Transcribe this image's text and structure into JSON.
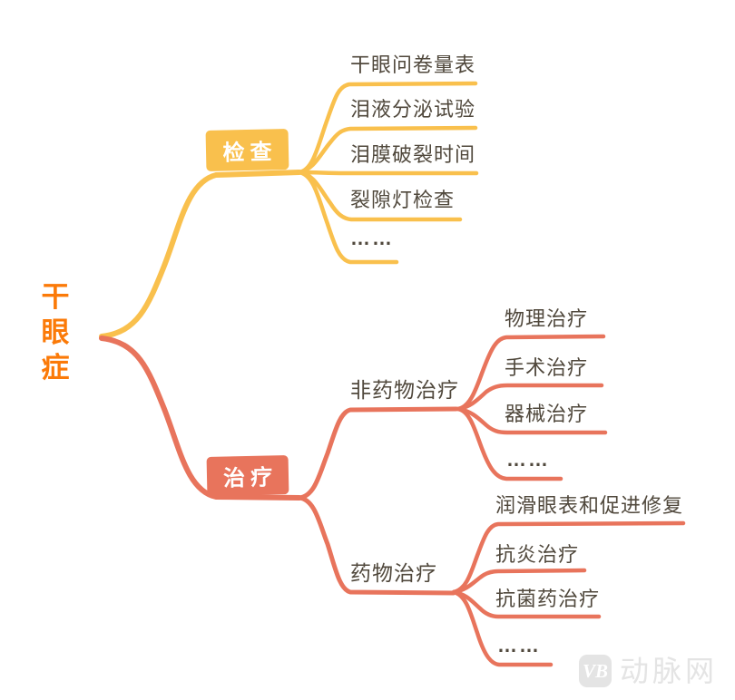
{
  "theme": {
    "root_color": "#FB7A08",
    "branch1_color": "#F9C04D",
    "branch2_color": "#E8745C",
    "text_color": "#50483C",
    "watermark_color": "#E4E4E4"
  },
  "root": {
    "label": "干眼症"
  },
  "branches": [
    {
      "label": "检查",
      "color": "#F9C04D",
      "children": [
        {
          "label": "干眼问卷量表"
        },
        {
          "label": "泪液分泌试验"
        },
        {
          "label": "泪膜破裂时间"
        },
        {
          "label": "裂隙灯检查"
        },
        {
          "label": "……"
        }
      ]
    },
    {
      "label": "治疗",
      "color": "#E8745C",
      "children": [
        {
          "label": "非药物治疗",
          "children": [
            {
              "label": "物理治疗"
            },
            {
              "label": "手术治疗"
            },
            {
              "label": "器械治疗"
            },
            {
              "label": "……"
            }
          ]
        },
        {
          "label": "药物治疗",
          "children": [
            {
              "label": "润滑眼表和促进修复"
            },
            {
              "label": "抗炎治疗"
            },
            {
              "label": "抗菌药治疗"
            },
            {
              "label": "……"
            }
          ]
        }
      ]
    }
  ],
  "watermark": {
    "logo": "VB",
    "brand": "动脉网"
  }
}
